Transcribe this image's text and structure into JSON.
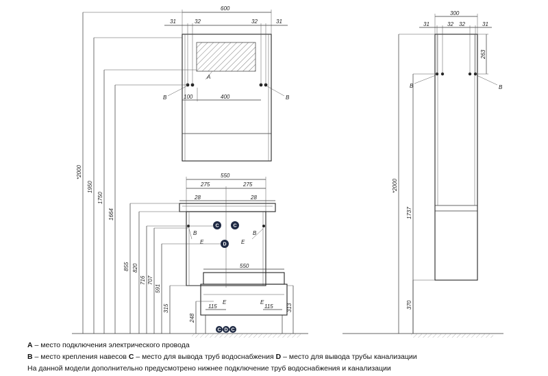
{
  "dims": {
    "mirror_width": "600",
    "mirror_31_left": "31",
    "mirror_32_left": "32",
    "mirror_32_right": "32",
    "mirror_31_right": "31",
    "mirror_100": "100",
    "mirror_400": "400",
    "h_2000": "*2000",
    "h_1950": "1950",
    "h_1750": "1750",
    "h_1664": "1664",
    "h_855": "855",
    "h_820": "820",
    "h_716": "716",
    "h_707": "707",
    "h_591": "591",
    "h_315": "315",
    "h_248": "248",
    "h_313": "313",
    "vanity_550": "550",
    "vanity_275_left": "275",
    "vanity_275_right": "275",
    "vanity_28_left": "28",
    "vanity_28_right": "28",
    "drawer_550": "550",
    "drawer_115_left": "115",
    "drawer_115_right": "115",
    "col_300": "300",
    "col_31_left": "31",
    "col_32_left": "32",
    "col_32_right": "32",
    "col_31_right": "31",
    "col_263": "263",
    "col_2000": "*2000",
    "col_1737": "1737",
    "col_370": "370"
  },
  "labels": {
    "A": "A",
    "B": "B",
    "C": "C",
    "D": "D",
    "E": "E"
  },
  "legend": {
    "line1_key": "A",
    "line1_text": " – место подключения электрического провода",
    "line2_b_key": "B",
    "line2_b_text": " – место крепления навесов ",
    "line2_c_key": "C",
    "line2_c_text": " – место для вывода труб водоснабжения ",
    "line2_d_key": "D",
    "line2_d_text": " – место для вывода трубы канализации",
    "line3": "На данной модели дополнительно предусмотрено нижнее подключение труб водоснабжения и канализации"
  }
}
